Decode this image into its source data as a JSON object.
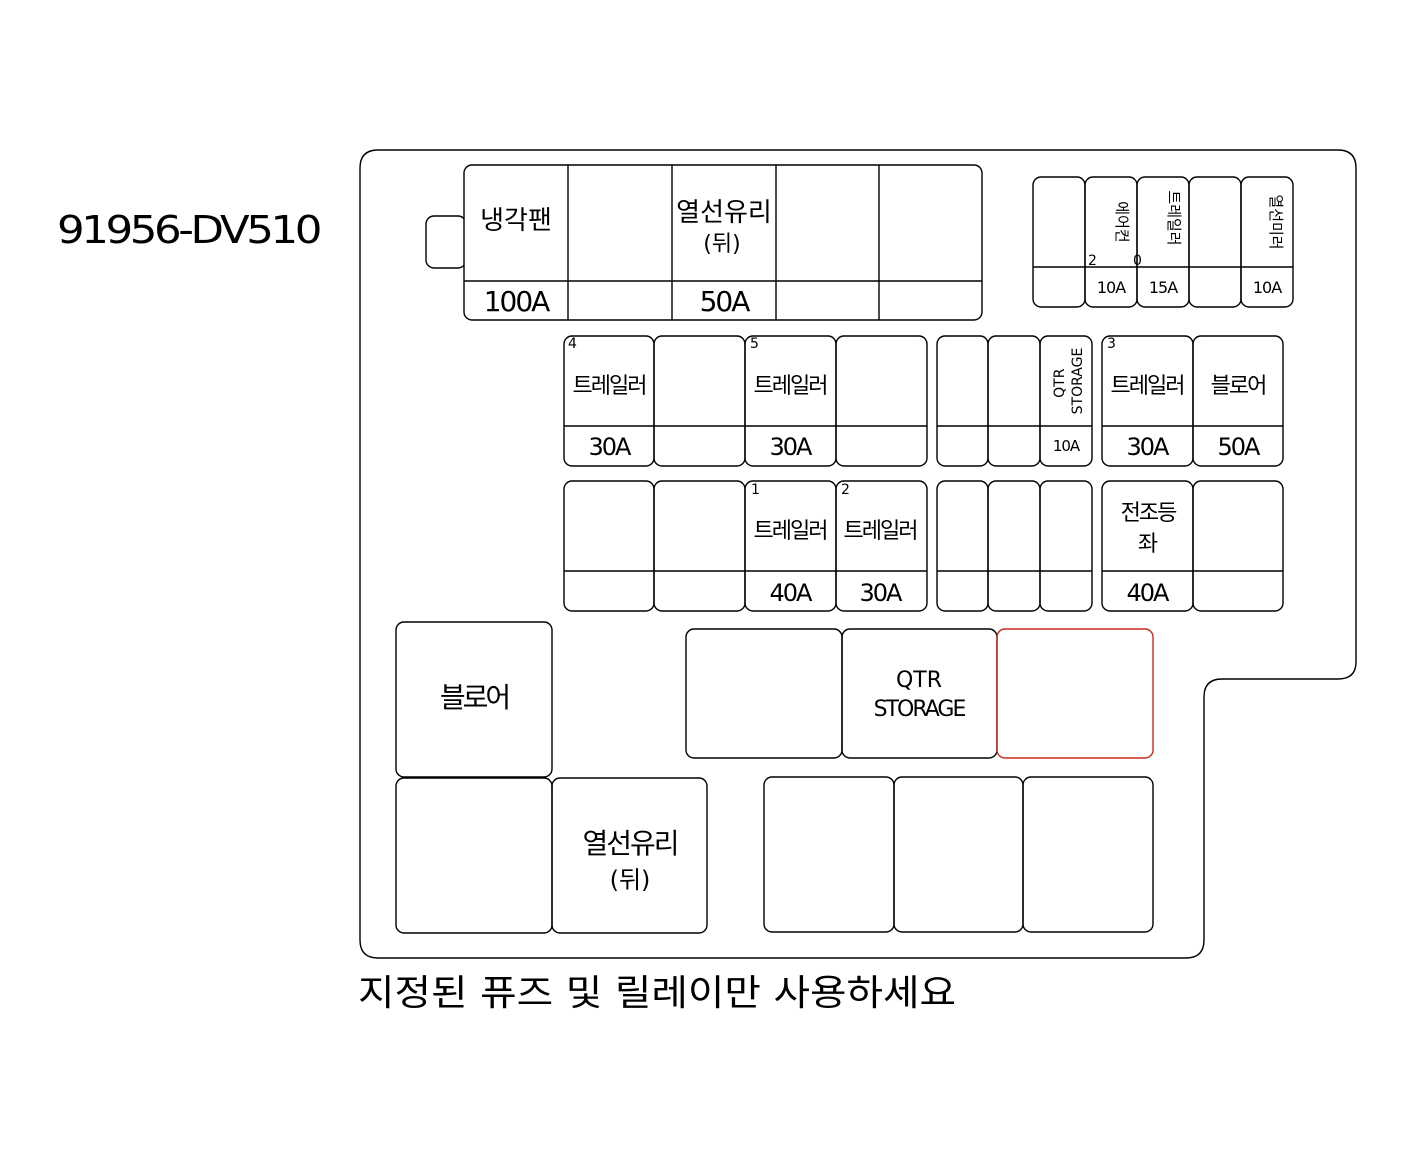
{
  "part_number": "91956-DV510",
  "footer_note": "지정된 퓨즈 및 릴레이만 사용하세요",
  "colors": {
    "line": "#000000",
    "highlight": "#cc2a1f",
    "background": "#ffffff"
  },
  "top_row": {
    "cells": [
      {
        "name": "냉각팬",
        "rating": "100A"
      },
      {
        "name": "",
        "rating": ""
      },
      {
        "name": "열선유리",
        "sub": "(뒤)",
        "rating": "50A"
      },
      {
        "name": "",
        "rating": ""
      },
      {
        "name": "",
        "rating": ""
      }
    ]
  },
  "mini_fuses": [
    {
      "name": "",
      "num": "",
      "rating": ""
    },
    {
      "name": "에어컨",
      "num": "2",
      "rating": "10A"
    },
    {
      "name": "트레일러",
      "num": "0",
      "rating": "15A"
    },
    {
      "name": "",
      "num": "",
      "rating": ""
    },
    {
      "name": "열선미러",
      "num": "",
      "rating": "10A"
    }
  ],
  "fuse_row_2": [
    {
      "num": "4",
      "name": "트레일러",
      "rating": "30A"
    },
    {
      "num": "",
      "name": "",
      "rating": ""
    },
    {
      "num": "5",
      "name": "트레일러",
      "rating": "30A"
    },
    {
      "num": "",
      "name": "",
      "rating": ""
    },
    {
      "num": "",
      "name": "",
      "rating": ""
    },
    {
      "num": "",
      "name": "",
      "rating": ""
    },
    {
      "num": "",
      "name": "QTR STORAGE",
      "rating": "10A"
    },
    {
      "num": "3",
      "name": "트레일러",
      "rating": "30A"
    },
    {
      "num": "",
      "name": "블로어",
      "rating": "50A"
    }
  ],
  "fuse_row_3": [
    {
      "num": "",
      "name": "",
      "rating": ""
    },
    {
      "num": "",
      "name": "",
      "rating": ""
    },
    {
      "num": "1",
      "name": "트레일러",
      "rating": "40A"
    },
    {
      "num": "2",
      "name": "트레일러",
      "rating": "30A"
    },
    {
      "num": "",
      "name": "",
      "rating": ""
    },
    {
      "num": "",
      "name": "",
      "rating": ""
    },
    {
      "num": "",
      "name": "",
      "rating": ""
    },
    {
      "num": "",
      "name": "전조등",
      "sub": "좌",
      "rating": "40A"
    },
    {
      "num": "",
      "name": "",
      "rating": ""
    }
  ],
  "relays": {
    "blower": "블로어",
    "qtr_storage_1": "QTR",
    "qtr_storage_2": "STORAGE",
    "rear_defrost": "열선유리",
    "rear_defrost_sub": "(뒤)"
  }
}
